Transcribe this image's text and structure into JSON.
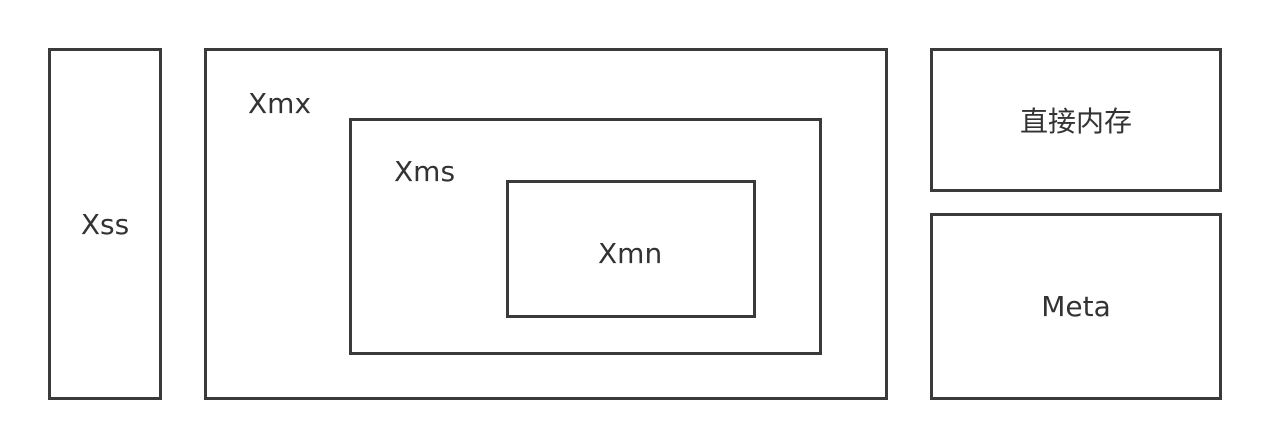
{
  "diagram": {
    "xss": {
      "label": "Xss"
    },
    "xmx": {
      "label": "Xmx"
    },
    "xms": {
      "label": "Xms"
    },
    "xmn": {
      "label": "Xmn"
    },
    "direct_memory": {
      "label": "直接内存"
    },
    "meta": {
      "label": "Meta"
    }
  }
}
